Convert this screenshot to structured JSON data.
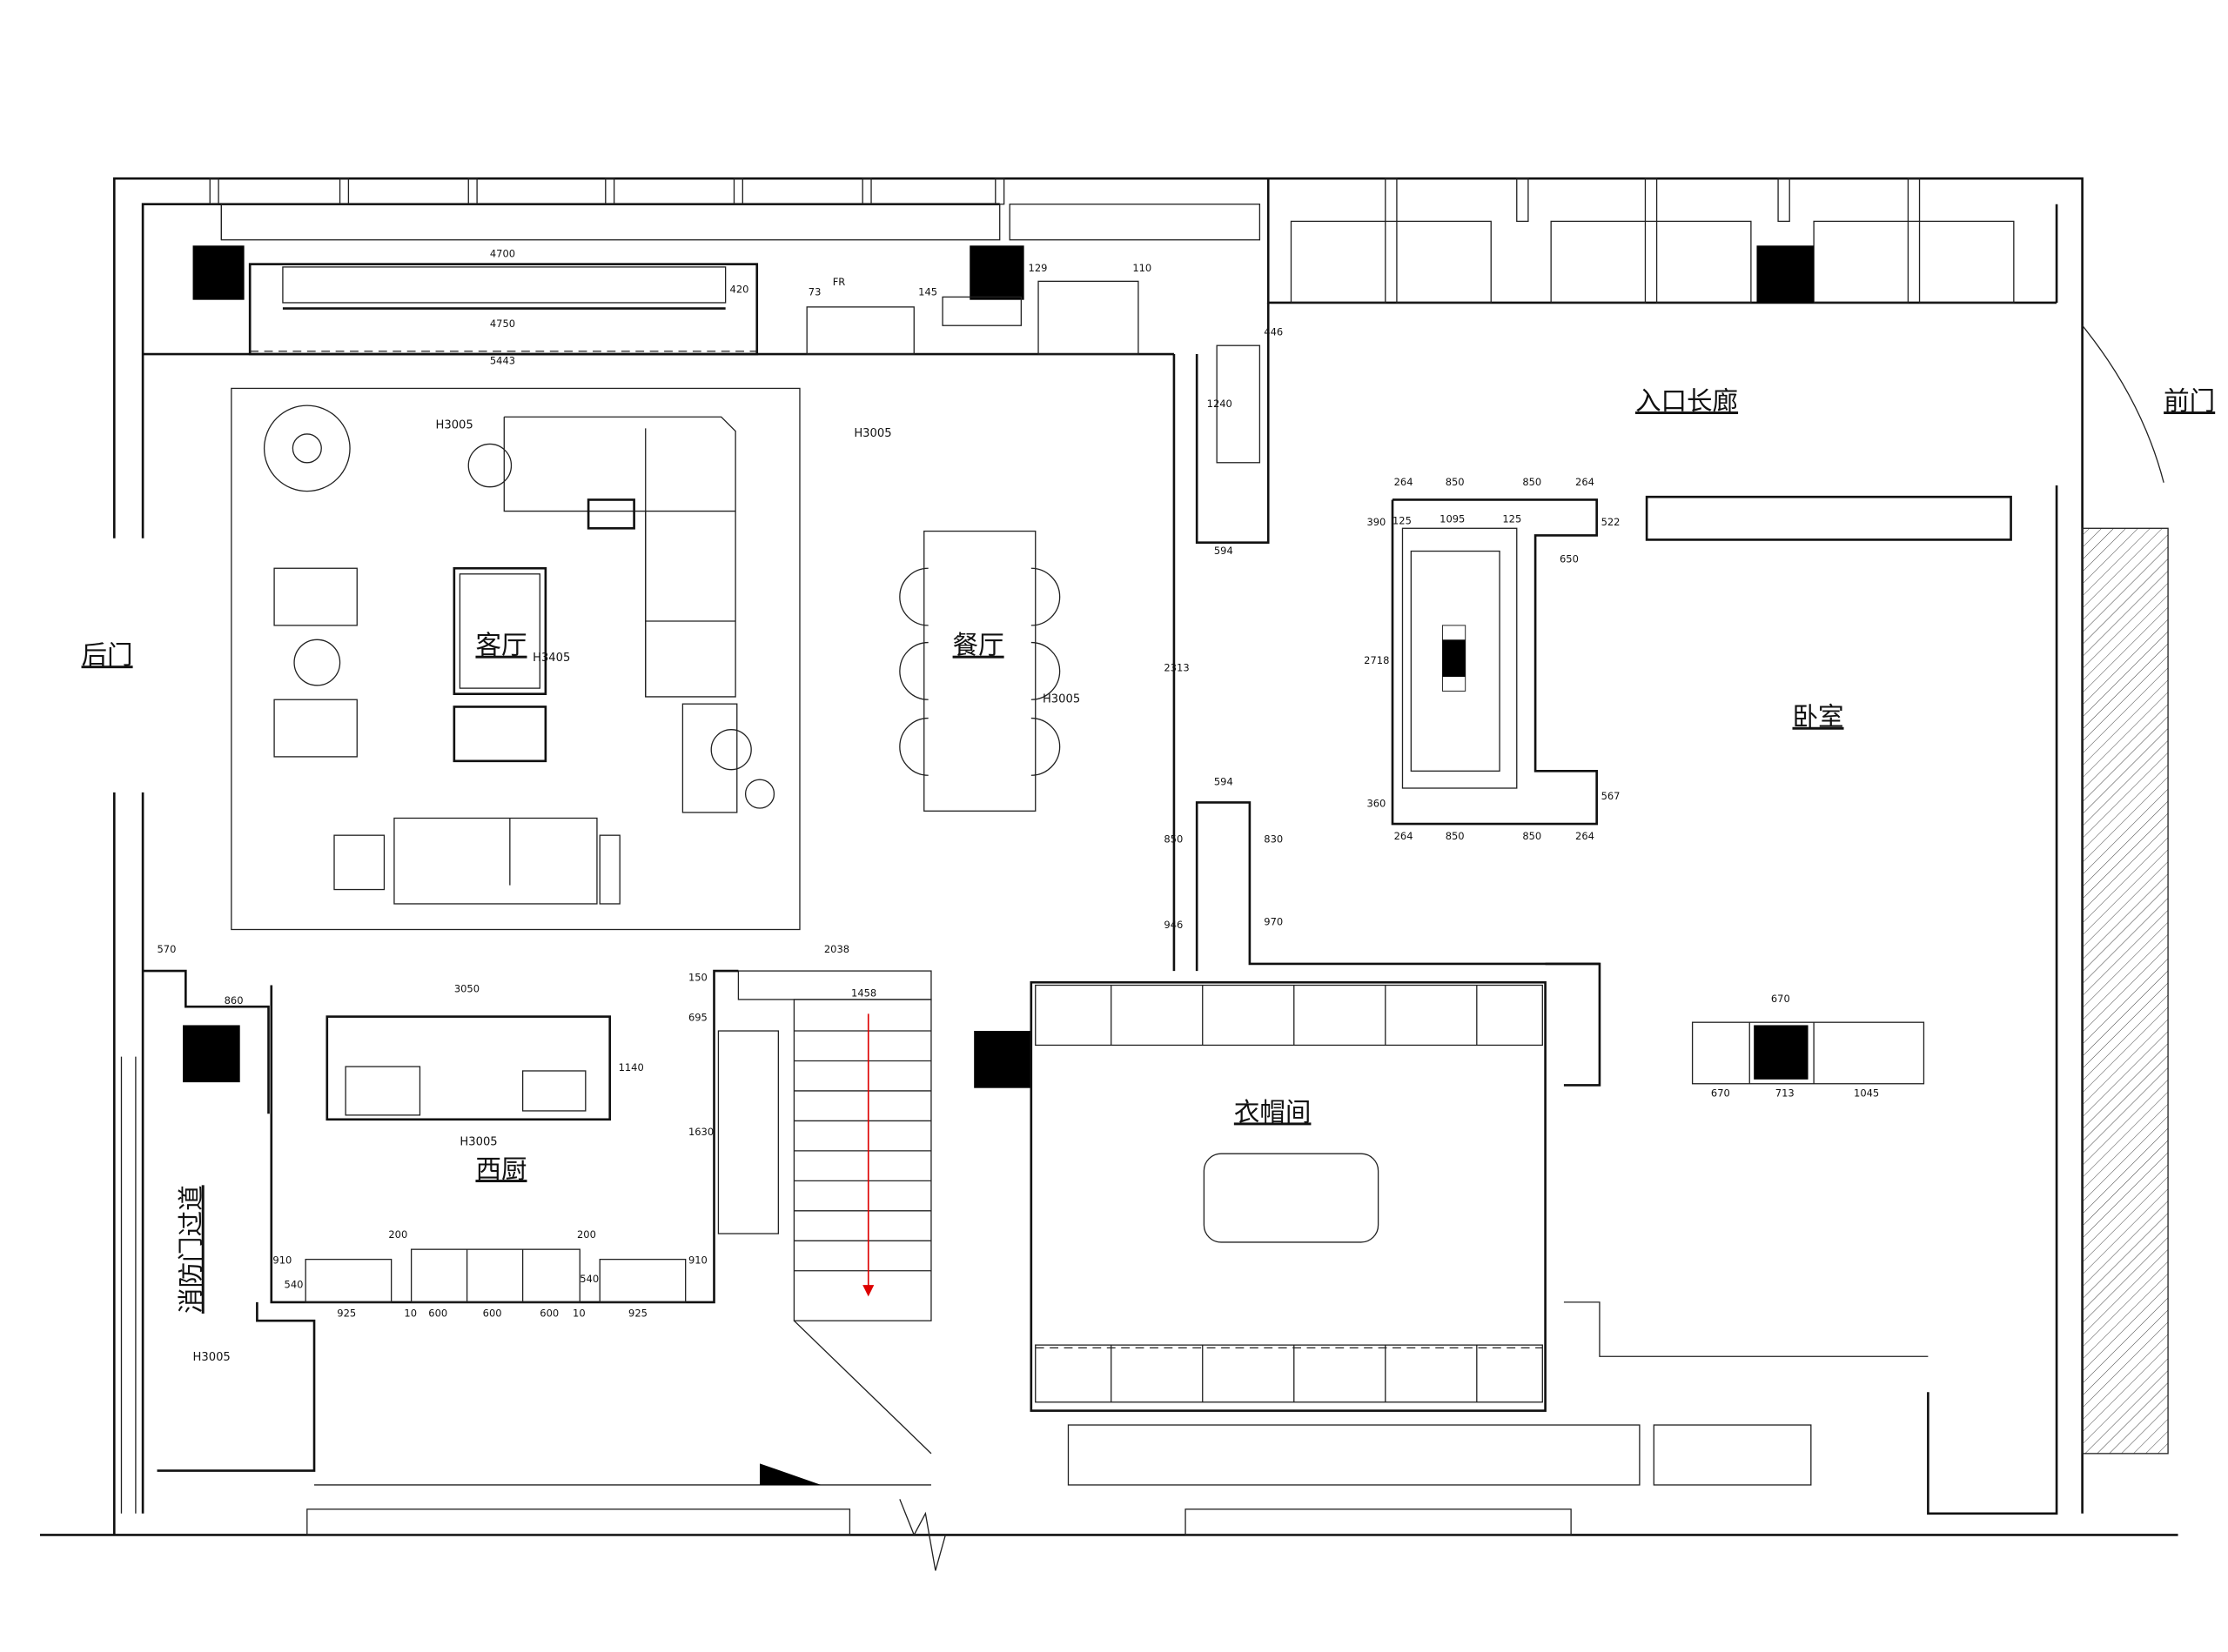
{
  "rooms": {
    "living": "客厅",
    "dining": "餐厅",
    "kitchen": "西厨",
    "wardrobe": "衣帽间",
    "bedroom": "卧室",
    "entry_corridor": "入口长廊",
    "front_door": "前门",
    "back_door": "后门",
    "fire_passage": "消防门过道"
  },
  "heights": {
    "living": "H3005",
    "dining": "H3005",
    "living_center": "H3405",
    "dining_side": "H3005",
    "kitchen": "H3005",
    "passage": "H3005"
  },
  "fridge_label": "FR",
  "dims": {
    "top_cab_a": "4700",
    "top_cab_b": "4750",
    "top_cab_c": "5443",
    "top_cab_h": "420",
    "d73": "73",
    "d145": "145",
    "d129": "129",
    "d110": "110",
    "wall_446": "446",
    "wall_1240": "1240",
    "wall_594a": "594",
    "wall_2313": "2313",
    "wall_594b": "594",
    "wall_850": "850",
    "wall_830": "830",
    "wall_970": "970",
    "wall_946": "946",
    "bed_264a": "264",
    "bed_850a": "850",
    "bed_850b": "850",
    "bed_264b": "264",
    "bed_390": "390",
    "bed_1095": "1095",
    "bed_125a": "125",
    "bed_125b": "125",
    "bed_522": "522",
    "bed_650": "650",
    "bed_2718": "2718",
    "bed_360": "360",
    "bed_567": "567",
    "bed_264c": "264",
    "bed_850c": "850",
    "bed_850d": "850",
    "bed_264d": "264",
    "island_670": "670",
    "island_670b": "670",
    "island_713": "713",
    "island_1045": "1045",
    "k_570": "570",
    "k_860": "860",
    "k_3050": "3050",
    "k_1140": "1140",
    "k_2038": "2038",
    "k_150": "150",
    "k_695": "695",
    "k_1630": "1630",
    "k_910a": "910",
    "k_910b": "910",
    "k_200a": "200",
    "k_200b": "200",
    "k_540a": "540",
    "k_540b": "540",
    "k_925a": "925",
    "k_10a": "10",
    "k_600a": "600",
    "k_600b": "600",
    "k_600c": "600",
    "k_10b": "10",
    "k_925b": "925",
    "k_1458": "1458"
  }
}
